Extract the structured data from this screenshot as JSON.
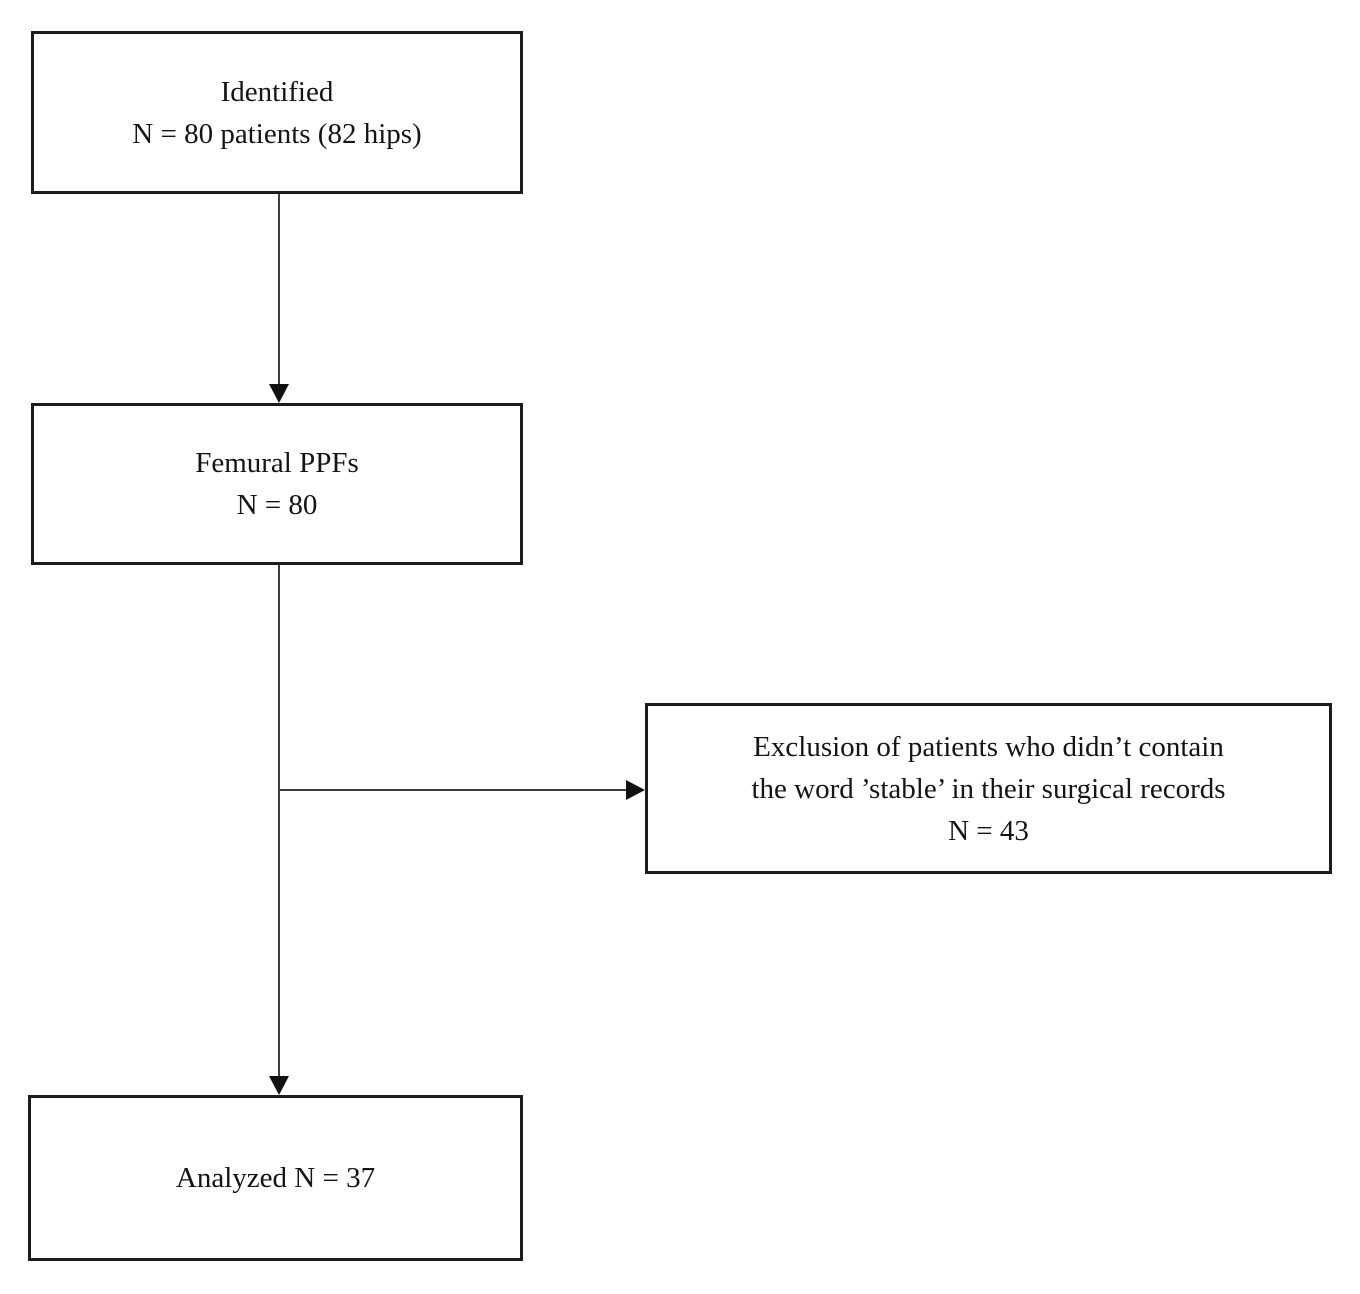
{
  "diagram": {
    "type": "patient-flowchart",
    "background_color": "#ffffff",
    "box_border_color": "#1c1c1c",
    "connector_color": "#3d3d3d",
    "boxes": {
      "identified": {
        "lines": [
          "Identified",
          "N = 80 patients (82 hips)"
        ]
      },
      "femural_ppfs": {
        "lines": [
          "Femural PPFs",
          "N = 80"
        ]
      },
      "exclusion": {
        "lines": [
          "Exclusion of patients who didn’t contain",
          "the word ’stable’ in their surgical records",
          "N = 43"
        ]
      },
      "analyzed": {
        "lines": [
          "Analyzed N = 37"
        ]
      }
    }
  }
}
